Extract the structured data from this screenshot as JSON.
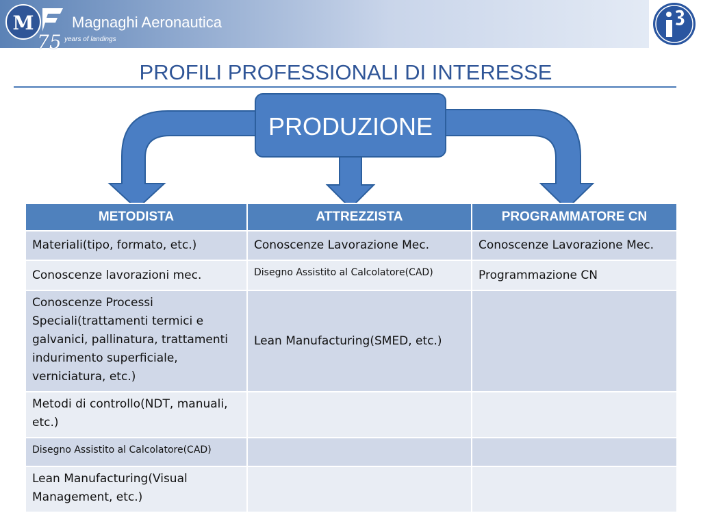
{
  "header": {
    "company_name": "Magnaghi Aeronautica",
    "anniversary_number": "75",
    "anniversary_text": "years of landings",
    "logo_letter": "M",
    "brand_color": "#2f5597",
    "icons": [
      "magnaghi-logo-icon",
      "i3-logo-icon"
    ]
  },
  "title": "PROFILI PROFESSIONALI DI INTERESSE",
  "diagram": {
    "root_label": "PRODUZIONE",
    "arrow_color": "#4a7ec4"
  },
  "table": {
    "headers": [
      "METODISTA",
      "ATTREZZISTA",
      "PROGRAMMATORE CN"
    ],
    "rows": [
      [
        "Materiali(tipo, formato, etc.)",
        "Conoscenze Lavorazione Mec.",
        "Conoscenze Lavorazione Mec."
      ],
      [
        "Conoscenze lavorazioni mec.",
        "Disegno Assistito al Calcolatore(CAD)",
        "Programmazione CN"
      ],
      [
        "Conoscenze Processi Speciali(trattamenti termici e galvanici, pallinatura, trattamenti indurimento superficiale, verniciatura, etc.)",
        "Lean Manufacturing(SMED, etc.)",
        ""
      ],
      [
        "Metodi di controllo(NDT, manuali, etc.)",
        "",
        ""
      ],
      [
        "Disegno Assistito al Calcolatore(CAD)",
        "",
        ""
      ],
      [
        "Lean Manufacturing(Visual Management, etc.)",
        "",
        ""
      ]
    ],
    "header_color": "#4f81bd",
    "row_colors": [
      "#d0d8e8",
      "#e9edf4"
    ]
  }
}
